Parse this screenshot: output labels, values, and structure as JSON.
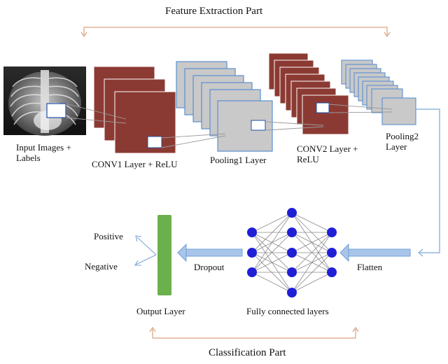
{
  "titles": {
    "feature": "Feature Extraction Part",
    "classification": "Classification Part"
  },
  "labels": {
    "input": "Input Images +\nLabels",
    "conv1": "CONV1 Layer + ReLU",
    "pool1": "Pooling1 Layer",
    "conv2": "CONV2 Layer +\nReLU",
    "pool2": "Pooling2\nLayer",
    "fc": "Fully connected layers",
    "output": "Output Layer",
    "flatten": "Flatten",
    "dropout": "Dropout",
    "positive": "Positive",
    "negative": "Negative"
  },
  "colors": {
    "conv": "#8b3a33",
    "pool": "#c9c9c9",
    "pool_border": "#5b8fd0",
    "neuron": "#1f1fd6",
    "output": "#6ab04c",
    "bracket": "#d9a27f",
    "arrow": "#7aa6d9"
  },
  "icons": {
    "input_image": "chest-xray-icon"
  }
}
